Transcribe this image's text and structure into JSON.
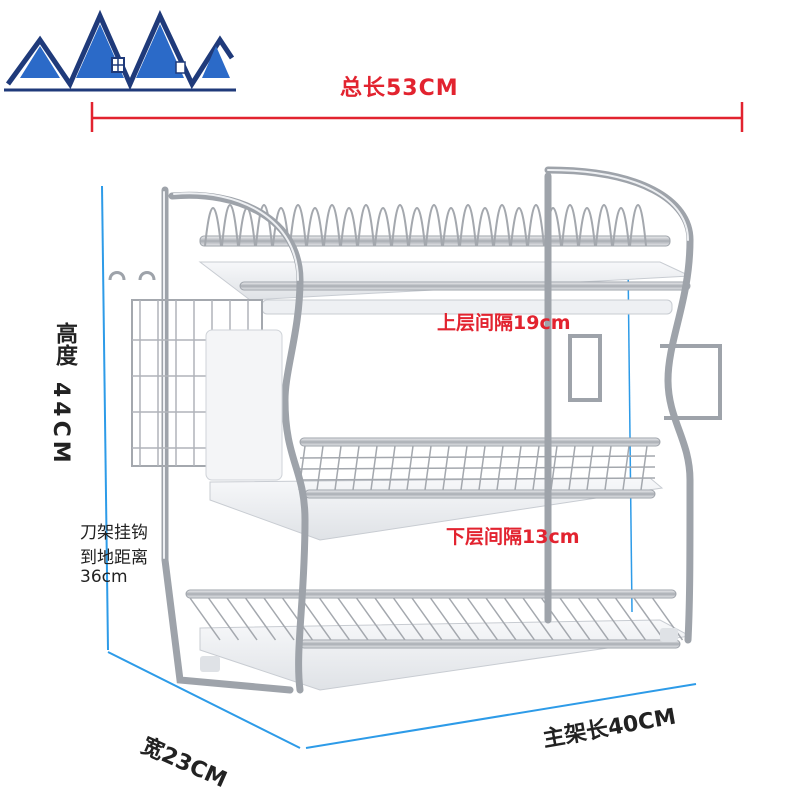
{
  "colors": {
    "logo_navy": "#1f3a7a",
    "logo_blue": "#2b6ac8",
    "label_red": "#e2232f",
    "dimension_line": "#2d9be8",
    "total_length_line": "#e2232f",
    "text_dark": "#222222",
    "chrome": "#b9bcc1"
  },
  "icons": {
    "logo": "house-roofs-logo"
  },
  "labels": {
    "total_length": "总长53CM",
    "height_line1": "高度",
    "height_line2": "44CM",
    "upper_gap": "上层间隔19cm",
    "lower_gap": "下层间隔13cm",
    "knife_hook_line1": "刀架挂钩",
    "knife_hook_line2": "到地距离",
    "knife_hook_line3": "36cm",
    "width": "宽23CM",
    "main_length": "主架长40CM"
  }
}
